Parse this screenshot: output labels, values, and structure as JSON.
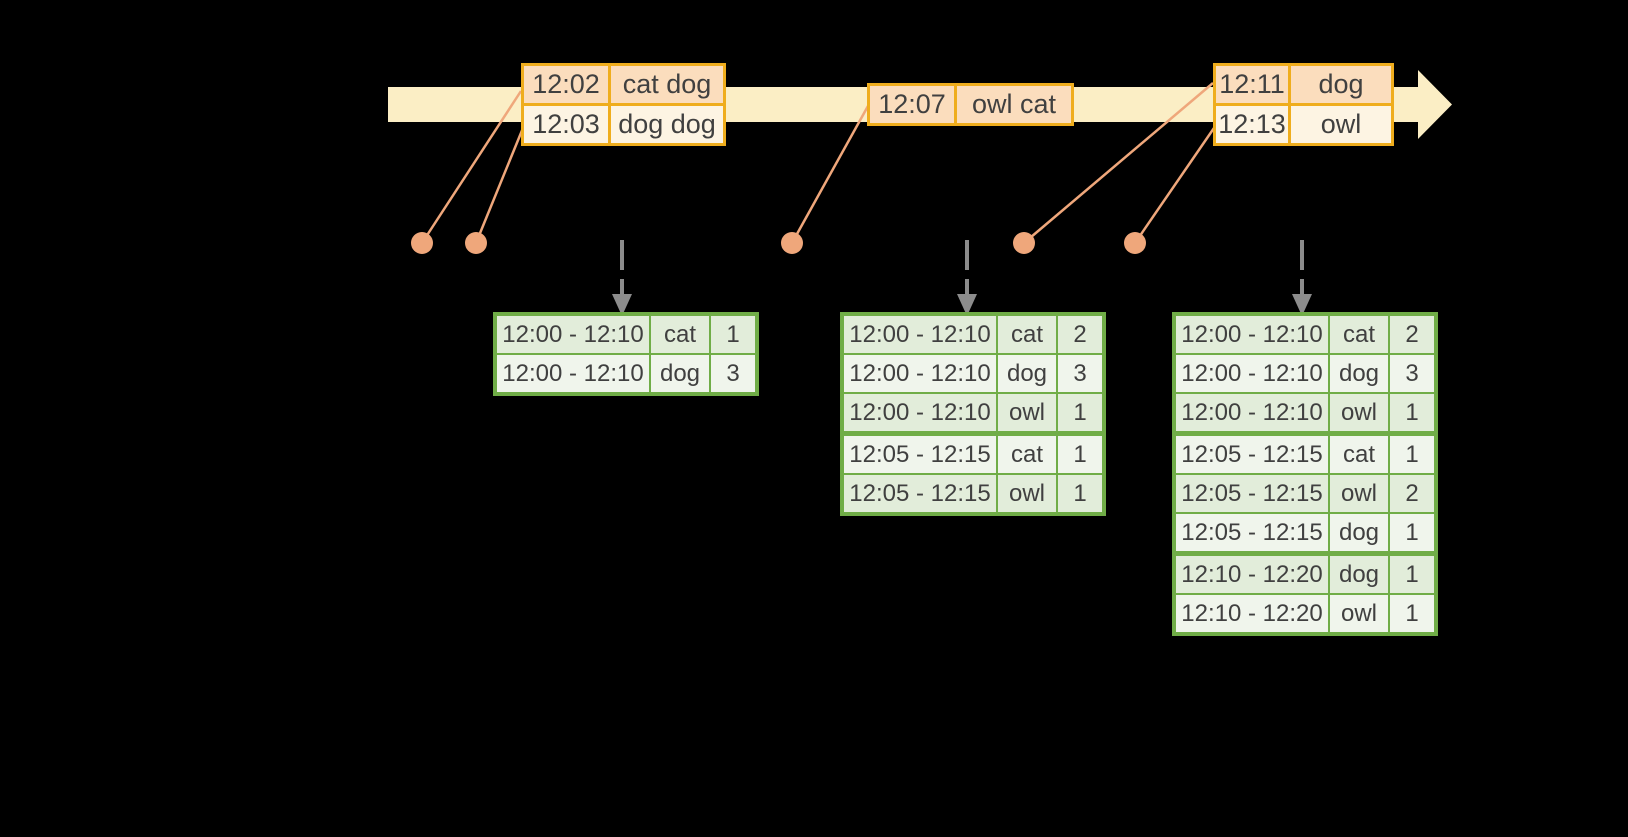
{
  "colors": {
    "background": "#000000",
    "timeline_band": "#FBEEC5",
    "event_table_border": "#EFAD1D",
    "event_row_dark": "#FBDDBD",
    "event_row_light": "#FDF4E3",
    "connector_and_dots": "#EFA77B",
    "result_table_border": "#70AD47",
    "result_row_dark": "#E2EDDA",
    "result_row_light": "#F0F5EC",
    "trigger_arrow": "#8C8C8C",
    "text": "#404040"
  },
  "timeline": {
    "event_tables": [
      {
        "rows": [
          {
            "time": "12:02",
            "words": "cat dog"
          },
          {
            "time": "12:03",
            "words": "dog dog"
          }
        ]
      },
      {
        "rows": [
          {
            "time": "12:07",
            "words": "owl cat"
          }
        ]
      },
      {
        "rows": [
          {
            "time": "12:11",
            "words": "dog"
          },
          {
            "time": "12:13",
            "words": "owl"
          }
        ]
      }
    ]
  },
  "result_tables": [
    {
      "rows": [
        {
          "window": "12:00 - 12:10",
          "key": "cat",
          "count": "1"
        },
        {
          "window": "12:00 - 12:10",
          "key": "dog",
          "count": "3"
        }
      ]
    },
    {
      "rows": [
        {
          "window": "12:00 - 12:10",
          "key": "cat",
          "count": "2"
        },
        {
          "window": "12:00 - 12:10",
          "key": "dog",
          "count": "3"
        },
        {
          "window": "12:00 - 12:10",
          "key": "owl",
          "count": "1"
        },
        {
          "window": "12:05 - 12:15",
          "key": "cat",
          "count": "1"
        },
        {
          "window": "12:05 - 12:15",
          "key": "owl",
          "count": "1"
        }
      ]
    },
    {
      "rows": [
        {
          "window": "12:00 - 12:10",
          "key": "cat",
          "count": "2"
        },
        {
          "window": "12:00 - 12:10",
          "key": "dog",
          "count": "3"
        },
        {
          "window": "12:00 - 12:10",
          "key": "owl",
          "count": "1"
        },
        {
          "window": "12:05 - 12:15",
          "key": "cat",
          "count": "1"
        },
        {
          "window": "12:05 - 12:15",
          "key": "owl",
          "count": "2"
        },
        {
          "window": "12:05 - 12:15",
          "key": "dog",
          "count": "1"
        },
        {
          "window": "12:10 - 12:20",
          "key": "dog",
          "count": "1"
        },
        {
          "window": "12:10 - 12:20",
          "key": "owl",
          "count": "1"
        }
      ]
    }
  ]
}
